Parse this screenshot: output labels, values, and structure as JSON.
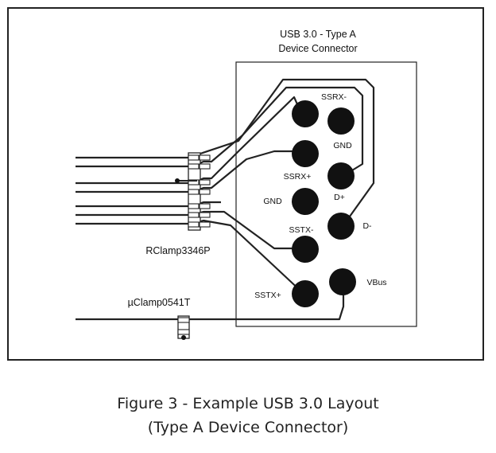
{
  "connector": {
    "title_line1": "USB 3.0 - Type A",
    "title_line2": "Device Connector"
  },
  "pins": {
    "ssrx_minus": "SSRX-",
    "gnd_top": "GND",
    "ssrx_plus": "SSRX+",
    "d_plus": "D+",
    "gnd_mid": "GND",
    "d_minus": "D-",
    "sstx_minus": "SSTX-",
    "sstx_plus": "SSTX+",
    "vbus": "VBus"
  },
  "components": {
    "rclamp": "RClamp3346P",
    "uclamp": "µClamp0541T"
  },
  "caption": {
    "line1": "Figure 3 - Example USB 3.0 Layout",
    "line2": "(Type A Device Connector)"
  }
}
